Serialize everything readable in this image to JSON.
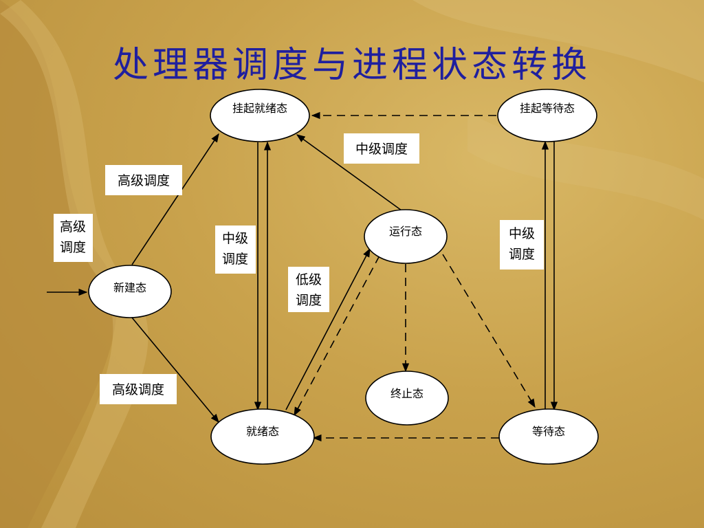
{
  "title": "处理器调度与进程状态转换",
  "nodes": {
    "suspend_ready": "挂起就绪态",
    "suspend_wait": "挂起等待态",
    "running": "运行态",
    "new": "新建态",
    "terminated": "终止态",
    "ready": "就绪态",
    "waiting": "等待态"
  },
  "labels": {
    "high_top": "高级调度",
    "high_entry_line1": "高级",
    "high_entry_line2": "调度",
    "high_bottom": "高级调度",
    "mid_left_line1": "中级",
    "mid_left_line2": "调度",
    "mid_top": "中级调度",
    "mid_right_line1": "中级",
    "mid_right_line2": "调度",
    "low_line1": "低级",
    "low_line2": "调度"
  },
  "colors": {
    "title": "#1f1f9e",
    "background": "#c9a24c",
    "node_fill": "#ffffff",
    "stroke": "#000000"
  }
}
